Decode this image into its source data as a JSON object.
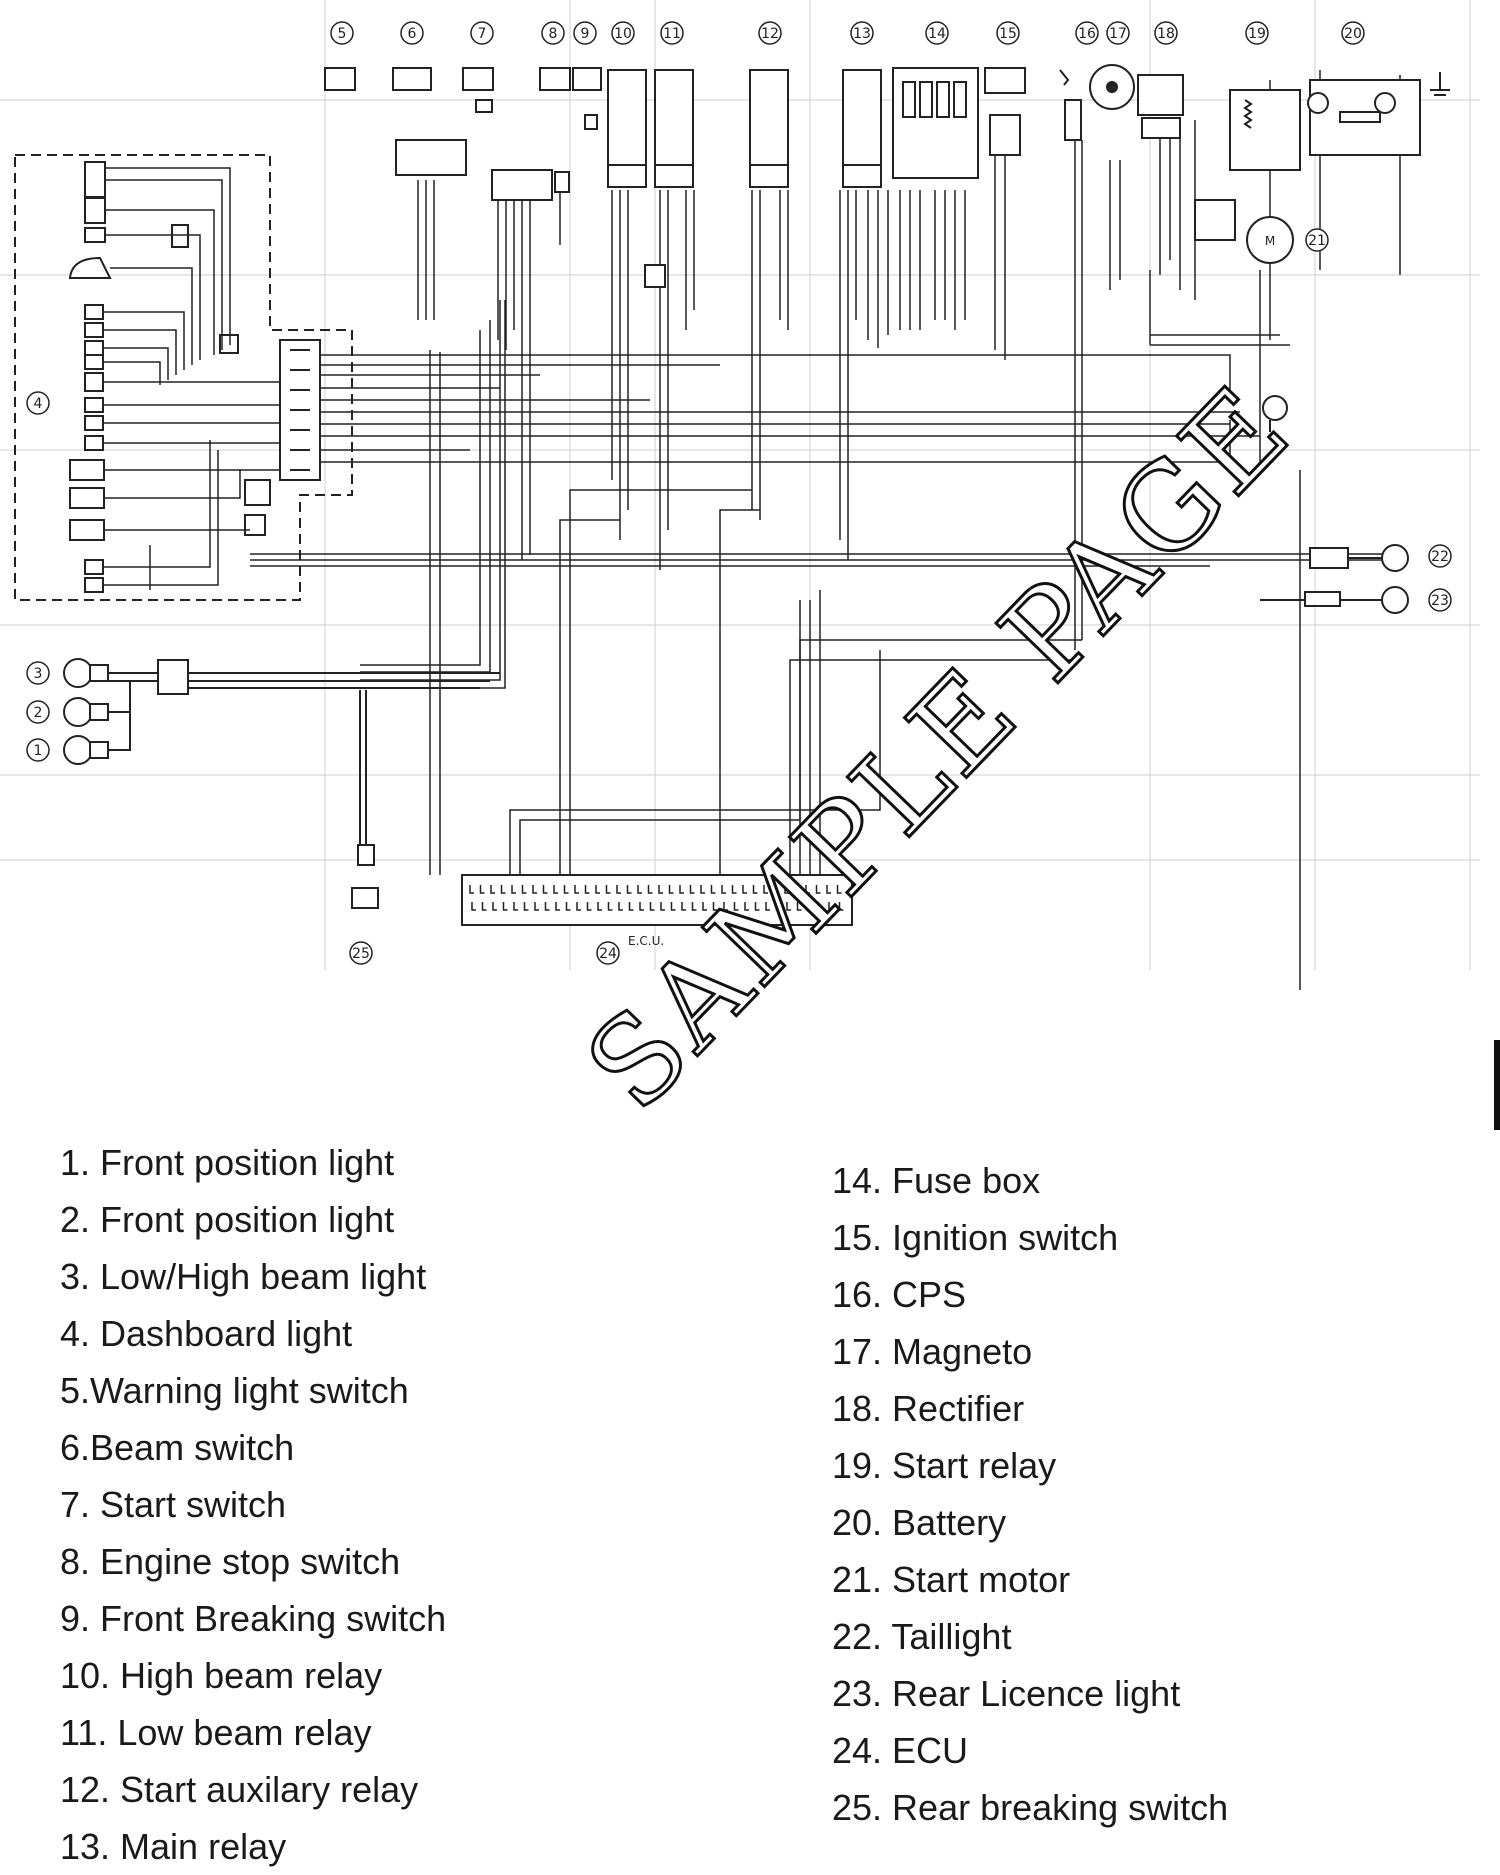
{
  "diagram": {
    "callout_numbers": [
      "1",
      "2",
      "3",
      "4",
      "5",
      "6",
      "7",
      "8",
      "9",
      "10",
      "11",
      "12",
      "13",
      "14",
      "15",
      "16",
      "17",
      "18",
      "19",
      "20",
      "21",
      "22",
      "23",
      "24",
      "25"
    ],
    "ecu_label": "E.C.U.",
    "motor_label": "M"
  },
  "legend": {
    "left": [
      "1. Front position light",
      "2. Front position light",
      "3. Low/High beam light",
      "4. Dashboard light",
      "5.Warning light switch",
      "6.Beam switch",
      "7. Start switch",
      "8. Engine stop switch",
      "9. Front Breaking switch",
      "10. High beam relay",
      "11. Low beam relay",
      "12. Start auxilary relay",
      "13. Main relay"
    ],
    "right": [
      "14. Fuse box",
      "15. Ignition switch",
      "16. CPS",
      "17. Magneto",
      "18. Rectifier",
      "19. Start relay",
      "20. Battery",
      "21. Start motor",
      "22. Taillight",
      "23. Rear Licence light",
      "24. ECU",
      "25. Rear breaking switch"
    ]
  },
  "watermark": "SAMPLE PAGE"
}
